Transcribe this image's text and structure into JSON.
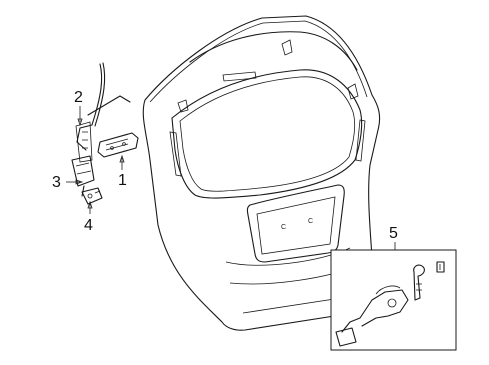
{
  "diagram": {
    "type": "exploded parts diagram",
    "callouts": [
      {
        "id": "1",
        "label": "1"
      },
      {
        "id": "2",
        "label": "2"
      },
      {
        "id": "3",
        "label": "3"
      },
      {
        "id": "4",
        "label": "4"
      },
      {
        "id": "5",
        "label": "5"
      }
    ],
    "emblem_letters": {
      "left": "C",
      "right": "C"
    }
  }
}
